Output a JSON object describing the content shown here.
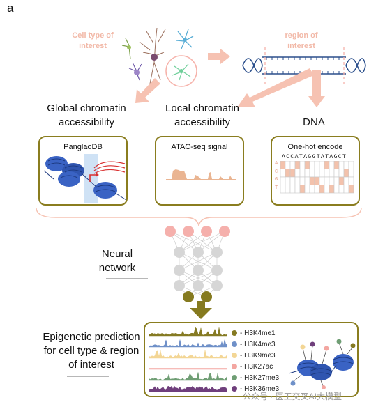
{
  "panel_letter": "a",
  "top": {
    "cell_type_label": [
      "Cell type of",
      "interest"
    ],
    "region_label": [
      "region of",
      "interest"
    ]
  },
  "inputs": {
    "global": {
      "title": [
        "Global chromatin",
        "accessibility"
      ],
      "box_label": "PanglaoDB"
    },
    "local": {
      "title": [
        "Local chromatin",
        "accessibility"
      ],
      "box_label": "ATAC-seq signal"
    },
    "dna": {
      "title": "DNA",
      "box_label": "One-hot encode",
      "sequence": "ACCATAGGTATAGCT",
      "bases": [
        "A",
        "C",
        "G",
        "T"
      ]
    }
  },
  "network": {
    "label": [
      "Neural",
      "network"
    ]
  },
  "output": {
    "label": [
      "Epigenetic prediction",
      "for cell type & region",
      "of interest"
    ],
    "tracks": [
      {
        "name": "- H3K4me1",
        "color": "#857a22"
      },
      {
        "name": "- H3K4me3",
        "color": "#6f90c8"
      },
      {
        "name": "- H3K9me3",
        "color": "#f3d695"
      },
      {
        "name": "- H3K27ac",
        "color": "#f3a6a1"
      },
      {
        "name": "- H3K27me3",
        "color": "#6f9e74"
      },
      {
        "name": "- H3K36me3",
        "color": "#6f3f7c"
      }
    ]
  },
  "colors": {
    "pink": "#f6c2b2",
    "olive": "#857a1f",
    "nucleosome_blue": "#3a63c4",
    "node_grey": "#d6d6d6",
    "node_pink": "#f5b0ac",
    "grid_fill": "#f3c2ac"
  },
  "watermark": "公众号 · 医工交叉AI大模型"
}
